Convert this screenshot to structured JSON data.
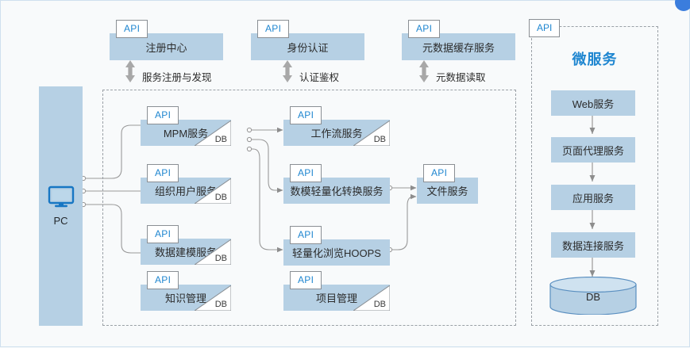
{
  "diagram": {
    "title_right_panel": "微服务",
    "api_tab_label": "API"
  },
  "client": {
    "label": "PC",
    "icon": "monitor-icon"
  },
  "top_services": [
    {
      "api": "API",
      "label": "注册中心",
      "arrow_caption": "服务注册与发现"
    },
    {
      "api": "API",
      "label": "身份认证",
      "arrow_caption": "认证鉴权"
    },
    {
      "api": "API",
      "label": "元数据缓存服务",
      "arrow_caption": "元数据读取"
    }
  ],
  "main_services": {
    "column_left": [
      {
        "api": "API",
        "label": "MPM服务",
        "db": "DB",
        "has_db": true
      },
      {
        "api": "API",
        "label": "组织用户服务",
        "db": "DB",
        "has_db": true
      },
      {
        "api": "API",
        "label": "数据建模服务",
        "db": "DB",
        "has_db": true
      },
      {
        "api": "API",
        "label": "知识管理",
        "db": "DB",
        "has_db": true
      }
    ],
    "column_middle": [
      {
        "api": "API",
        "label": "工作流服务",
        "db": "DB",
        "has_db": true
      },
      {
        "api": "API",
        "label": "数模轻量化转换服务",
        "db": "",
        "has_db": false
      },
      {
        "api": "API",
        "label": "轻量化浏览HOOPS",
        "db": "",
        "has_db": false
      },
      {
        "api": "API",
        "label": "项目管理",
        "db": "DB",
        "has_db": true
      }
    ],
    "column_right": [
      {
        "api": "API",
        "label": "文件服务",
        "db": "",
        "has_db": false
      }
    ]
  },
  "micro_stack": [
    {
      "label": "Web服务"
    },
    {
      "label": "页面代理服务"
    },
    {
      "label": "应用服务"
    },
    {
      "label": "数据连接服务"
    }
  ],
  "database": {
    "label": "DB"
  },
  "colors": {
    "box_fill": "#b6d0e4",
    "accent_blue": "#1f86d0",
    "dash_border": "#9aa0a6",
    "connector": "#9a9a9a",
    "page_bg": "#f8fafb",
    "page_border": "#cfe0ee",
    "arrow_gray": "#a6a6a6"
  }
}
